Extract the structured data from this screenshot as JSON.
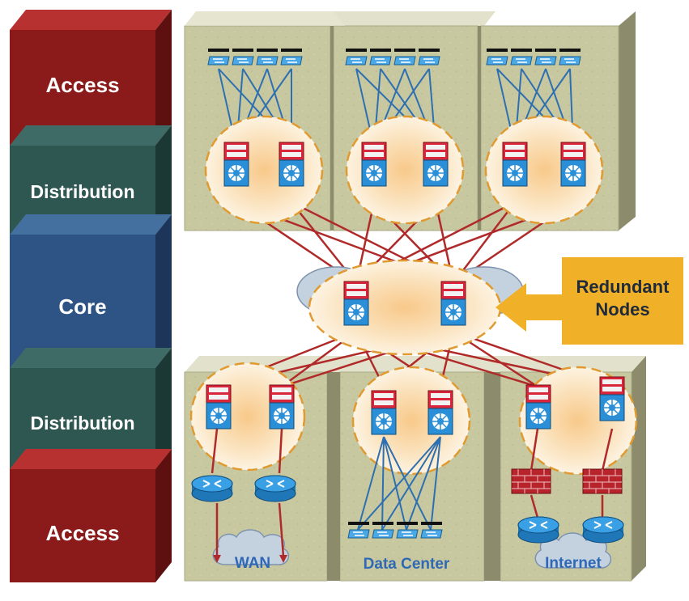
{
  "layers": [
    {
      "label": "Access",
      "color": "#8b1a1a"
    },
    {
      "label": "Distribution",
      "color": "#2f5752"
    },
    {
      "label": "Core",
      "color": "#2e5486"
    },
    {
      "label": "Distribution",
      "color": "#2f5752"
    },
    {
      "label": "Access",
      "color": "#8b1a1a"
    }
  ],
  "callout": {
    "label": "Redundant Nodes",
    "line1": "Redundant",
    "line2": "Nodes",
    "color": "#f0b028"
  },
  "clouds": {
    "wan": "WAN",
    "data_center": "Data Center",
    "internet": "Internet"
  },
  "colors": {
    "link": "#b02a2a",
    "access_link": "#2d6fb0",
    "module": "#c6c6a0",
    "node_glow": "#f7d19a"
  }
}
